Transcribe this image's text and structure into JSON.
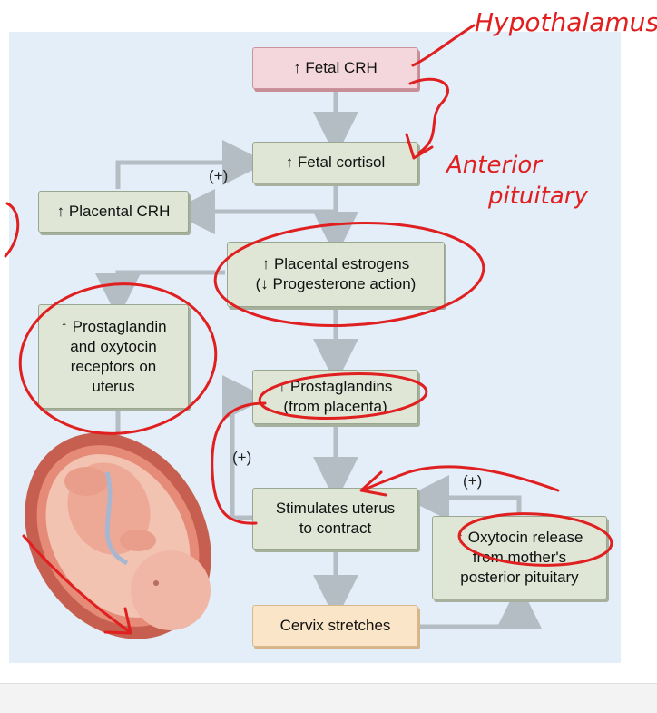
{
  "boxes": {
    "fetal_crh": {
      "lines": [
        "↑ Fetal CRH"
      ]
    },
    "fetal_cortisol": {
      "lines": [
        "↑ Fetal cortisol"
      ]
    },
    "placental_crh": {
      "lines": [
        "↑ Placental CRH"
      ]
    },
    "placental_estrogens": {
      "lines": [
        "↑ Placental estrogens",
        "(↓ Progesterone action)"
      ]
    },
    "prostaglandin_receptors": {
      "lines": [
        "↑ Prostaglandin",
        "and oxytocin",
        "receptors on",
        "uterus"
      ]
    },
    "prostaglandins": {
      "lines": [
        "↑ Prostaglandins",
        "(from placenta)"
      ]
    },
    "stimulates_uterus": {
      "lines": [
        "Stimulates uterus",
        "to contract"
      ]
    },
    "oxytocin_release": {
      "lines": [
        "↑ Oxytocin release",
        "from mother's",
        "posterior pituitary"
      ]
    },
    "cervix": {
      "lines": [
        "Cervix stretches"
      ]
    }
  },
  "plus_labels": {
    "cortisol_loop": "(+)",
    "prostaglandin_loop": "(+)",
    "oxytocin_loop": "(+)"
  },
  "annotations": {
    "hypothalamus": "Hypothalamus",
    "anterior": "Anterior",
    "pituitary": "pituitary"
  },
  "colors": {
    "panel_bg": "#e3eef8",
    "green_box": "#dfe6d6",
    "pink_box": "#f4d7dc",
    "peach_box": "#fbe5c8",
    "connector": "#b4bcc4",
    "ink_red": "#e02020"
  }
}
